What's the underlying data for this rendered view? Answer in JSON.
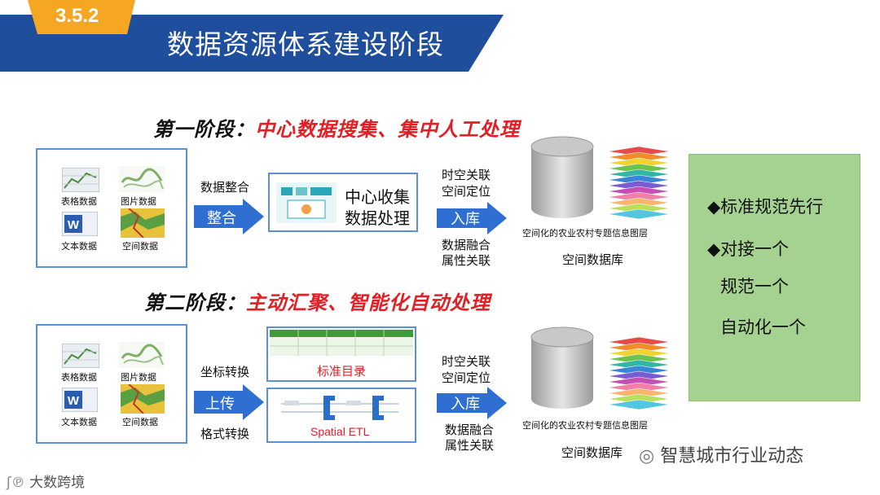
{
  "header": {
    "section_number": "3.5.2",
    "title": "数据资源体系建设阶段"
  },
  "stage1": {
    "label": "第一阶段：",
    "text": "中心数据搜集、集中人工处理",
    "sources": [
      "表格数据",
      "图片数据",
      "文本数据",
      "空间数据"
    ],
    "action_top": "数据整合",
    "action_arrow": "整合",
    "center_box": [
      "中心收集",
      "数据处理"
    ],
    "store_top": [
      "时空关联",
      "空间定位"
    ],
    "store_arrow": "入库",
    "store_bottom": [
      "数据融合",
      "属性关联"
    ],
    "layers_caption": "空间化的农业农村专题信息图层",
    "db_caption": "空间数据库"
  },
  "stage2": {
    "label": "第二阶段：",
    "text": "主动汇聚、智能化自动处理",
    "sources": [
      "表格数据",
      "图片数据",
      "文本数据",
      "空间数据"
    ],
    "action_top": "坐标转换",
    "action_arrow": "上传",
    "action_bottom": "格式转换",
    "catalog_caption": "标准目录",
    "etl_caption": "Spatial ETL",
    "store_top": [
      "时空关联",
      "空间定位"
    ],
    "store_arrow": "入库",
    "store_bottom": [
      "数据融合",
      "属性关联"
    ],
    "layers_caption": "空间化的农业农村专题信息图层",
    "db_caption": "空间数据库"
  },
  "principles": {
    "items": [
      "标准规范先行",
      "对接一个"
    ],
    "sub_items": [
      "规范一个",
      "自动化一个"
    ]
  },
  "footer": {
    "watermark_left": "大数跨境",
    "watermark_right": "智慧城市行业动态"
  },
  "colors": {
    "header_blue": "#1f4e9c",
    "header_orange": "#f5a623",
    "arrow_blue": "#2f6fd1",
    "highlight_red": "#e31e24",
    "panel_border": "#5b8fd6",
    "green_panel": "#a6d291"
  }
}
